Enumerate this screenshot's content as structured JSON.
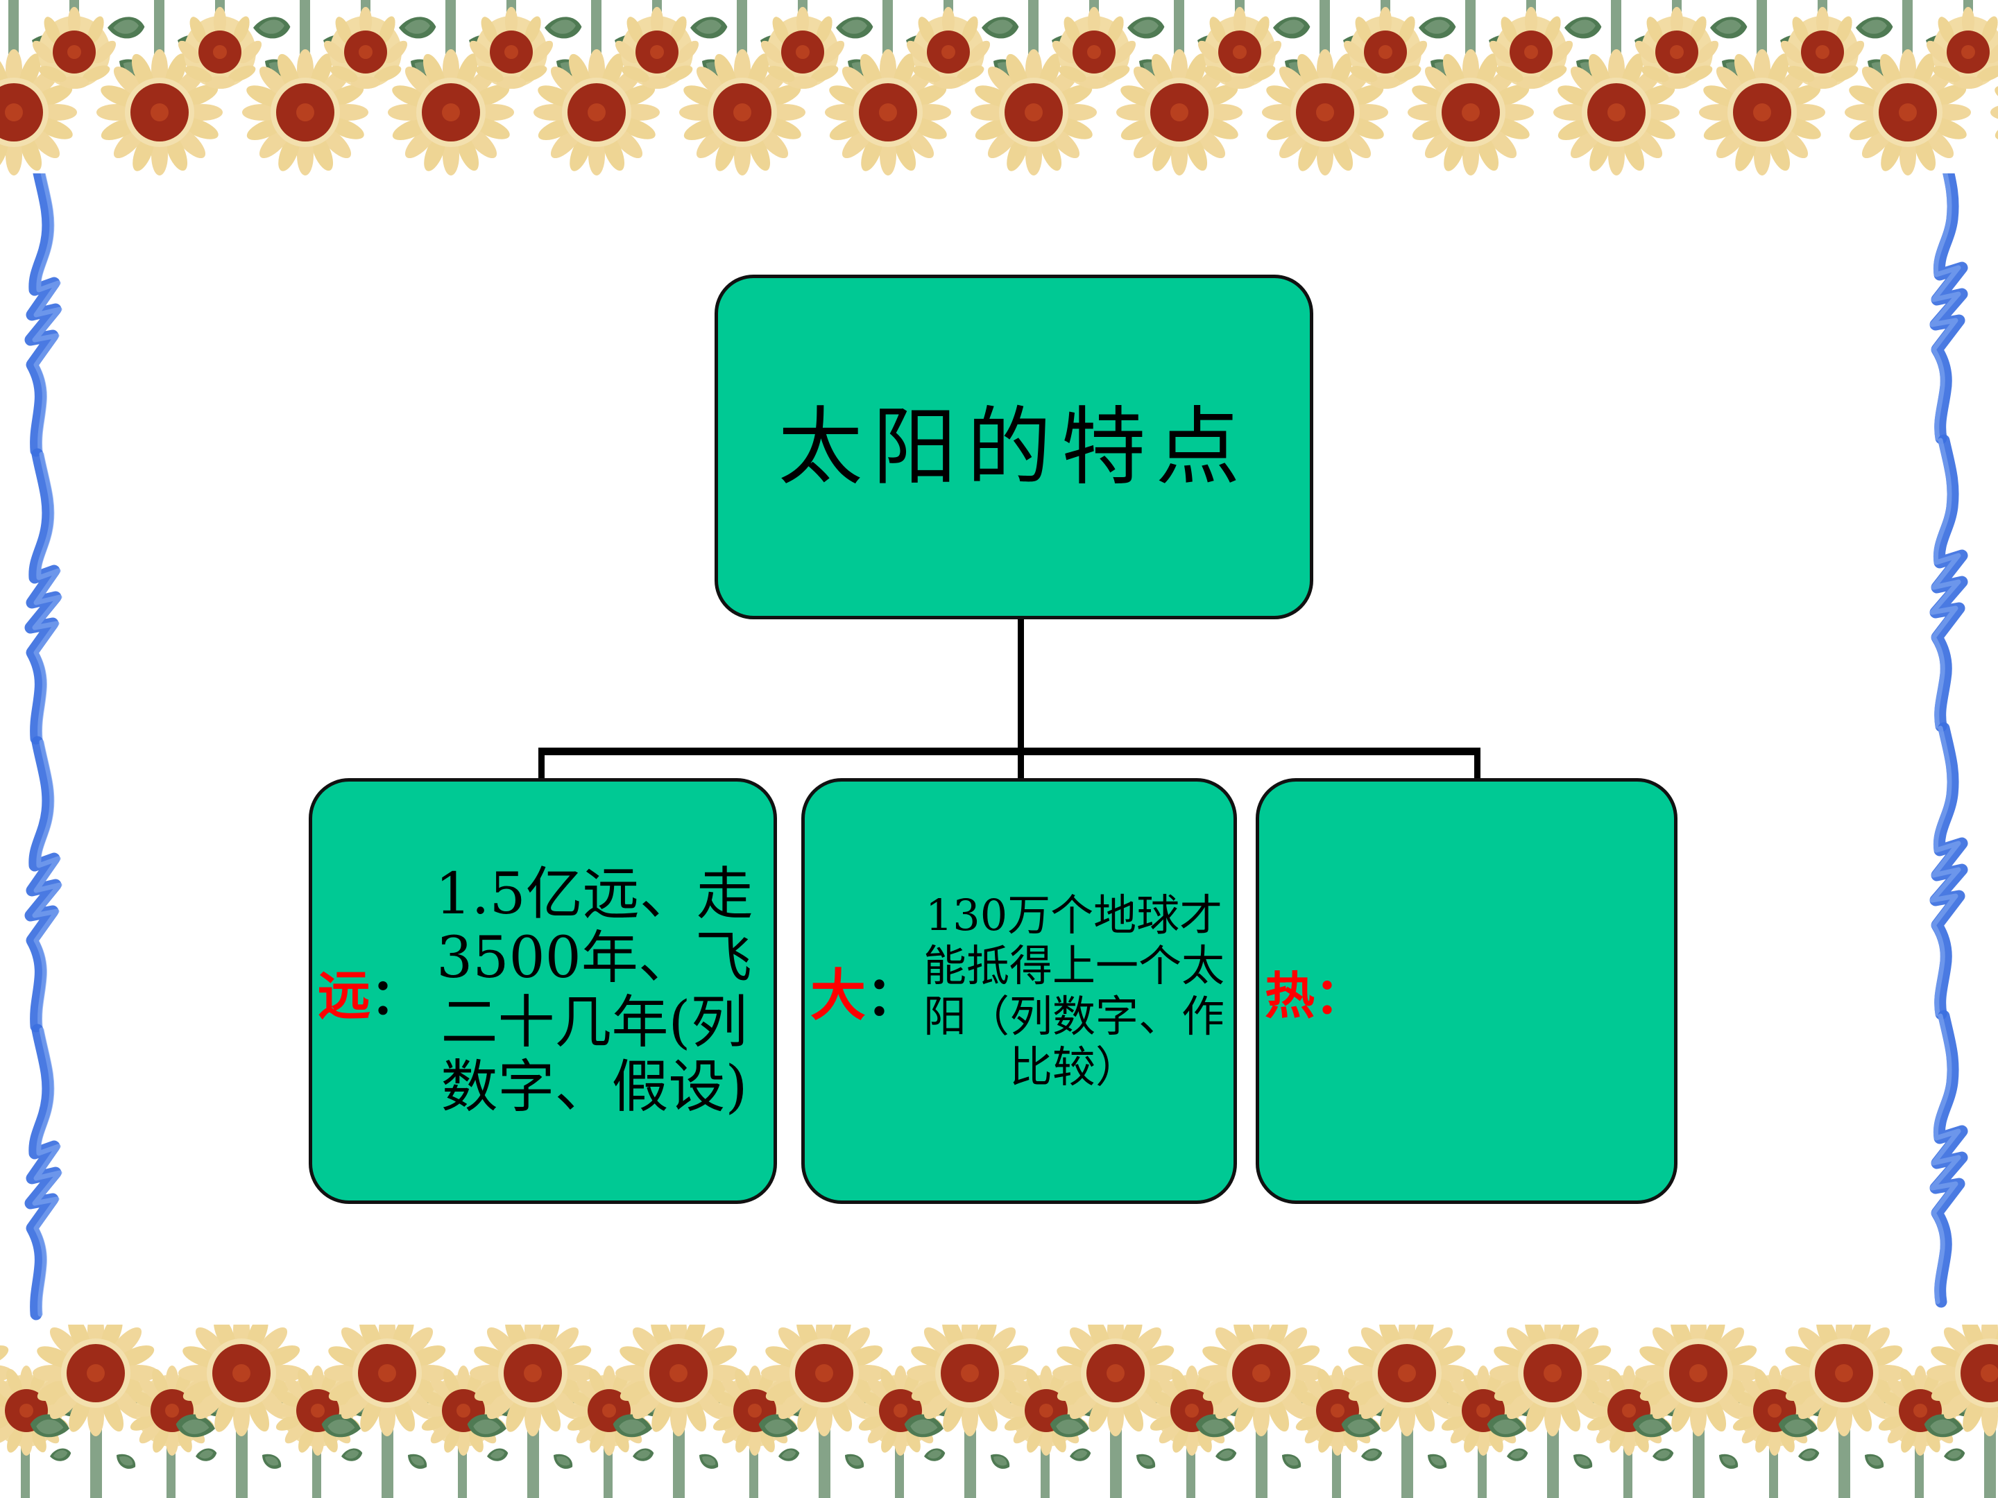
{
  "slide": {
    "background_color": "#ffffff",
    "theme_accent_color": "#00c994",
    "outline_color": "#111111",
    "label_color": "#ff0000",
    "decoration": {
      "top_border": "sunflower-border-hanging",
      "bottom_border": "sunflower-border-upright",
      "left_border": "blue-brushstroke-line",
      "right_border": "blue-brushstroke-line",
      "flower_petal_color": "#f2dca4",
      "flower_center_color": "#9e2b18",
      "flower_stem_color": "#85a388",
      "flower_leaf_color": "#4f7a53",
      "brushstroke_color": "#3b6fe0"
    }
  },
  "chart_data": {
    "type": "diagram",
    "diagram_kind": "organization-tree",
    "title": "太阳的特点",
    "root": {
      "id": "node-title",
      "text": "太阳的特点"
    },
    "children": [
      {
        "id": "node-far",
        "label": "远",
        "label_color": "#ff0000",
        "colon": "：",
        "body": "1.5亿远、走3500年、飞二十几年(列数字、假设)"
      },
      {
        "id": "node-big",
        "label": "大",
        "label_color": "#ff0000",
        "colon": "：",
        "body": "130万个地球才能抵得上一个太阳（列数字、作比较）"
      },
      {
        "id": "node-hot",
        "label": "热",
        "label_color": "#ff0000",
        "colon": "：",
        "body": ""
      }
    ],
    "connector_style": "elbow",
    "connector_color": "#000000"
  }
}
